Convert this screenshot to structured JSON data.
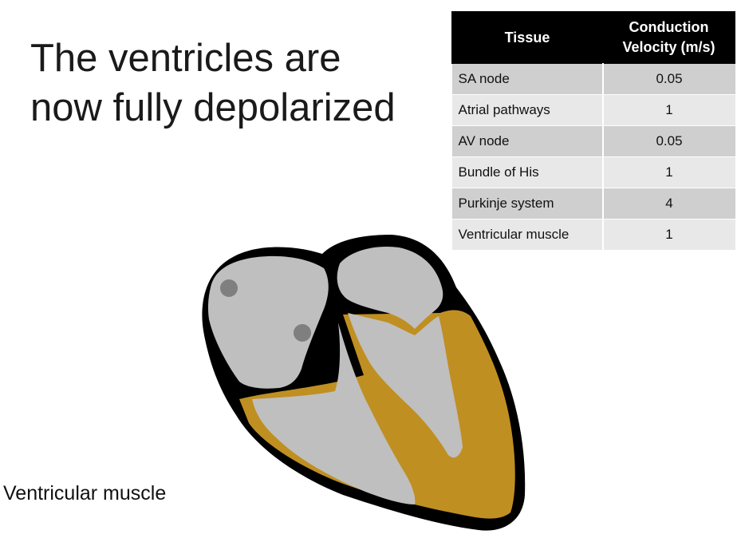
{
  "slide": {
    "title_line1": "The ventricles are",
    "title_line2": "now fully depolarized",
    "caption": "Ventricular muscle"
  },
  "table": {
    "headers": [
      "Tissue",
      "Conduction Velocity (m/s)"
    ],
    "header_line1": "Conduction",
    "header_line2": "Velocity (m/s)",
    "rows": [
      {
        "tissue": "SA node",
        "velocity": "0.05"
      },
      {
        "tissue": "Atrial pathways",
        "velocity": "1"
      },
      {
        "tissue": "AV node",
        "velocity": "0.05"
      },
      {
        "tissue": "Bundle of His",
        "velocity": "1"
      },
      {
        "tissue": "Purkinje system",
        "velocity": "4"
      },
      {
        "tissue": "Ventricular muscle",
        "velocity": "1"
      }
    ]
  },
  "colors": {
    "outline": "#000000",
    "chamber": "#bfbfbf",
    "muscle": "#c08f22",
    "node": "#7f7f7f"
  }
}
